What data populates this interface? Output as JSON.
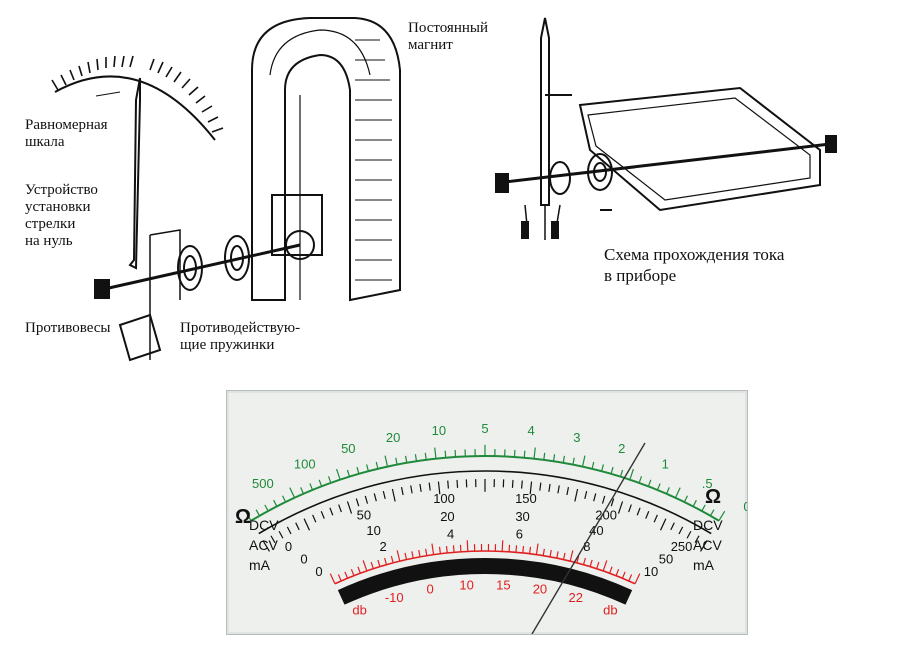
{
  "labels": {
    "magnet": "Постоянный\nмагнит",
    "uniform_scale": "Равномерная\nшкала",
    "zero_adjust": "Устройство\nустановки\nстрелки\nна нуль",
    "counterweights": "Противовесы",
    "springs": "Противодействую-\nщие пружинки",
    "current_path": "Схема прохождения тока\nв приборе"
  },
  "scale": {
    "ohm_symbol": "Ω",
    "left_modes": [
      "DCV",
      "ACV",
      "mA"
    ],
    "right_modes": [
      "DCV",
      "ACV",
      "mA"
    ],
    "ohm_labels": [
      "∞",
      "500",
      "100",
      "50",
      "20",
      "10",
      "5",
      "4",
      "3",
      "2",
      "1",
      ".5",
      "0"
    ],
    "dcv_row1": [
      "0",
      "50",
      "100",
      "150",
      "200",
      "250"
    ],
    "dcv_row2": [
      "0",
      "10",
      "20",
      "30",
      "40",
      "50"
    ],
    "dcv_row3": [
      "0",
      "2",
      "4",
      "6",
      "8",
      "10"
    ],
    "db_labels": [
      "db",
      "-10",
      "0",
      "10",
      "15",
      "20",
      "22",
      "db"
    ],
    "colors": {
      "ohm": "#1f8a3a",
      "dc": "#111111",
      "db": "#e02020",
      "band": "#111111"
    }
  }
}
